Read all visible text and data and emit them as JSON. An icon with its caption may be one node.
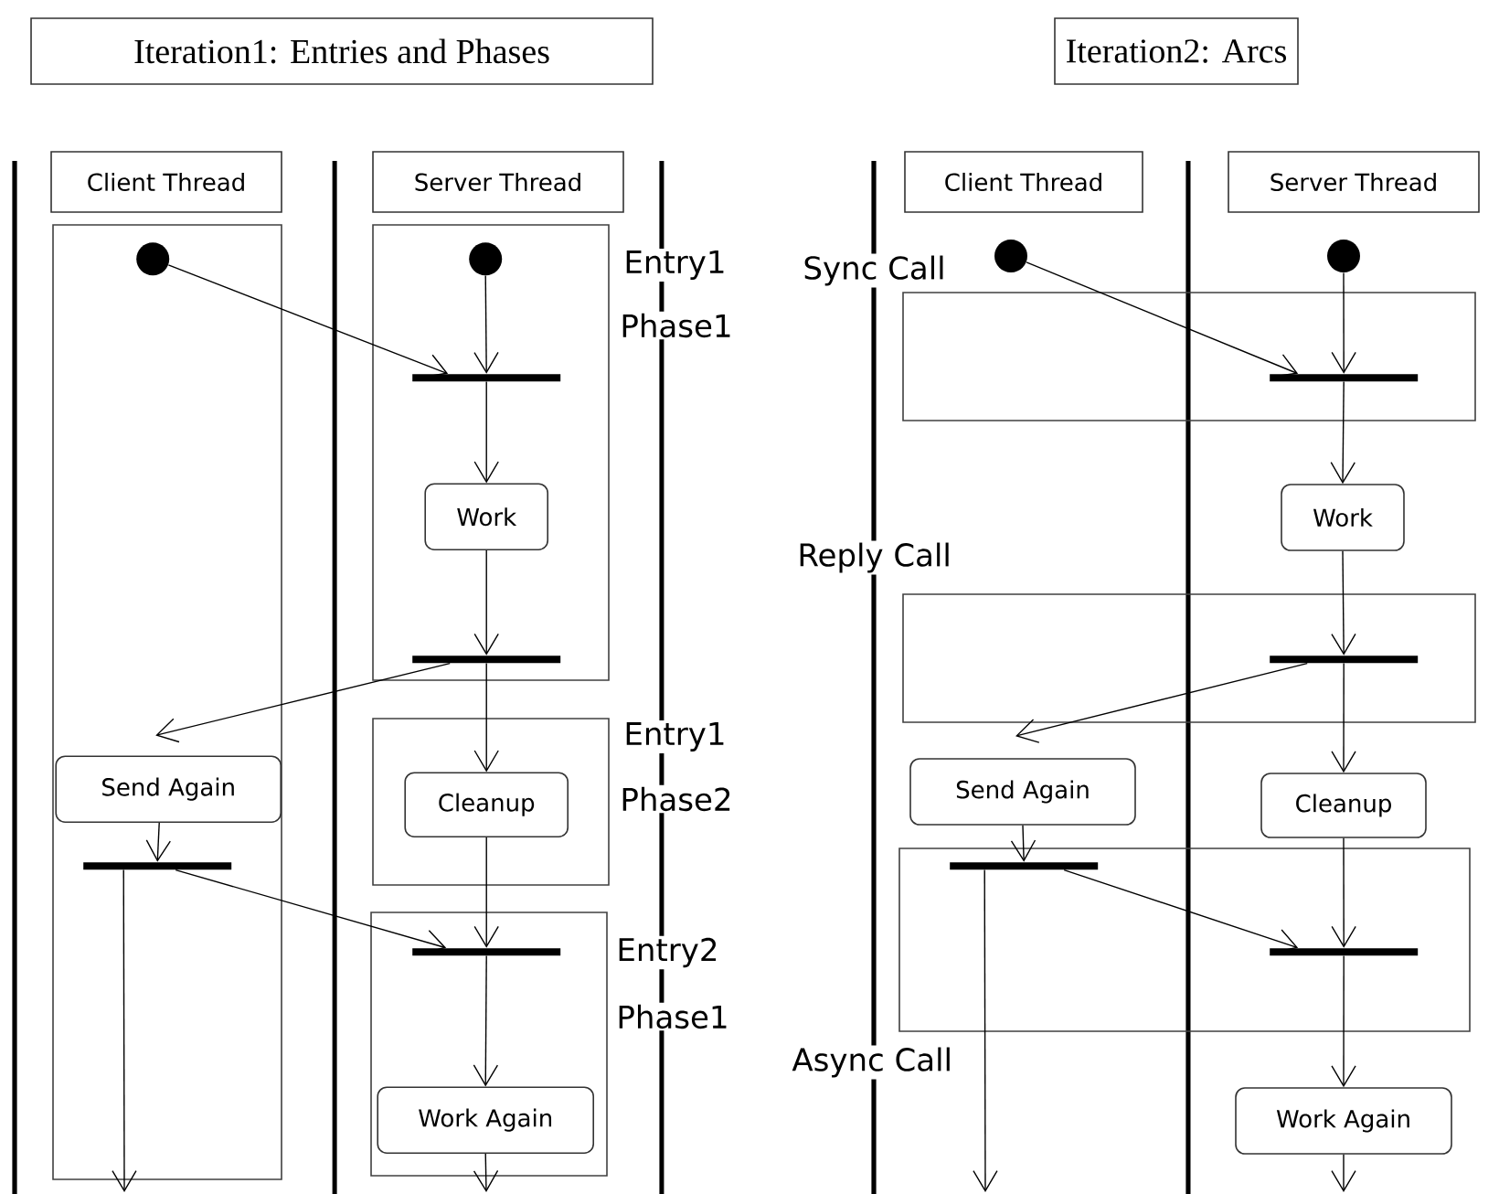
{
  "diagram": {
    "nodes": [
      {
        "text": [
          "Iteration1: Entries and Phases"
        ]
      },
      {
        "text": [
          "Iteration2: Arcs"
        ]
      },
      {
        "text": [
          "Client Thread"
        ]
      },
      {
        "text": [
          "Server Thread"
        ]
      },
      {
        "text": [],
        "shape": "box"
      },
      {
        "text": [],
        "shape": "circle",
        "in": 4
      },
      {
        "text": [
          "Send Again"
        ],
        "in": 4
      },
      {
        "text": [],
        "shape": "bar",
        "in": 4
      },
      {
        "text": [],
        "shape": "box",
        "beside": [
          "Entry1",
          "Phase1"
        ]
      },
      {
        "text": [],
        "shape": "circle",
        "in": 8
      },
      {
        "text": [],
        "shape": "bar",
        "in": 8
      },
      {
        "text": [
          "Work"
        ],
        "in": 8
      },
      {
        "text": [],
        "shape": "bar",
        "in": 8
      },
      {
        "text": [],
        "shape": "box",
        "beside": [
          "Entry1",
          "Phase2"
        ]
      },
      {
        "text": [
          "Cleanup"
        ],
        "in": 13
      },
      {
        "text": [],
        "shape": "box",
        "beside": [
          "Entry2",
          "Phase1"
        ]
      },
      {
        "text": [],
        "shape": "bar",
        "in": 15
      },
      {
        "text": [
          "Work Again"
        ],
        "in": 15
      },
      {
        "text": [
          "Client Thread"
        ]
      },
      {
        "text": [
          "Server Thread"
        ]
      },
      {
        "text": [],
        "shape": "circle"
      },
      {
        "text": [],
        "shape": "circle"
      },
      {
        "text": [],
        "shape": "box",
        "beside": [
          "Sync Call"
        ]
      },
      {
        "text": [],
        "shape": "bar",
        "in": 22
      },
      {
        "text": [
          "Work"
        ]
      },
      {
        "text": [],
        "shape": "box",
        "beside": [
          "Reply Call"
        ]
      },
      {
        "text": [],
        "shape": "bar",
        "in": 25
      },
      {
        "text": [
          "Send Again"
        ]
      },
      {
        "text": [
          "Cleanup"
        ]
      },
      {
        "text": [],
        "shape": "box",
        "beside": [
          "Async Call"
        ]
      },
      {
        "text": [],
        "shape": "bar",
        "in": 29
      },
      {
        "text": [],
        "shape": "bar",
        "in": 29
      },
      {
        "text": [
          "Work Again"
        ]
      }
    ],
    "edges": [
      {
        "from": 5,
        "to": 10,
        "arrow": "to"
      },
      {
        "from": 9,
        "to": 10,
        "arrow": "to"
      },
      {
        "from": 10,
        "to": 11,
        "arrow": "to"
      },
      {
        "from": 11,
        "to": 12,
        "arrow": "to"
      },
      {
        "from": 12,
        "to": 6,
        "arrow": "to"
      },
      {
        "from": 12,
        "to": 14,
        "arrow": "to"
      },
      {
        "from": 6,
        "to": 7,
        "arrow": "to"
      },
      {
        "from": 14,
        "to": 16,
        "arrow": "to"
      },
      {
        "from": 7,
        "to": 16,
        "arrow": "to"
      },
      {
        "from": 16,
        "to": 17,
        "arrow": "to"
      },
      {
        "from": 7,
        "to": null,
        "arrow": "to"
      },
      {
        "from": 17,
        "to": null,
        "arrow": "to"
      },
      {
        "from": 20,
        "to": 23,
        "arrow": "to"
      },
      {
        "from": 21,
        "to": 23,
        "arrow": "to"
      },
      {
        "from": 23,
        "to": 24,
        "arrow": "to"
      },
      {
        "from": 24,
        "to": 26,
        "arrow": "to"
      },
      {
        "from": 26,
        "to": 27,
        "arrow": "to"
      },
      {
        "from": 26,
        "to": 28,
        "arrow": "to"
      },
      {
        "from": 27,
        "to": 30,
        "arrow": "to"
      },
      {
        "from": 28,
        "to": 31,
        "arrow": "to"
      },
      {
        "from": 30,
        "to": 31,
        "arrow": "to"
      },
      {
        "from": 31,
        "to": 32,
        "arrow": "to"
      },
      {
        "from": 30,
        "to": null,
        "arrow": "to"
      },
      {
        "from": 32,
        "to": null,
        "arrow": "to"
      }
    ]
  }
}
